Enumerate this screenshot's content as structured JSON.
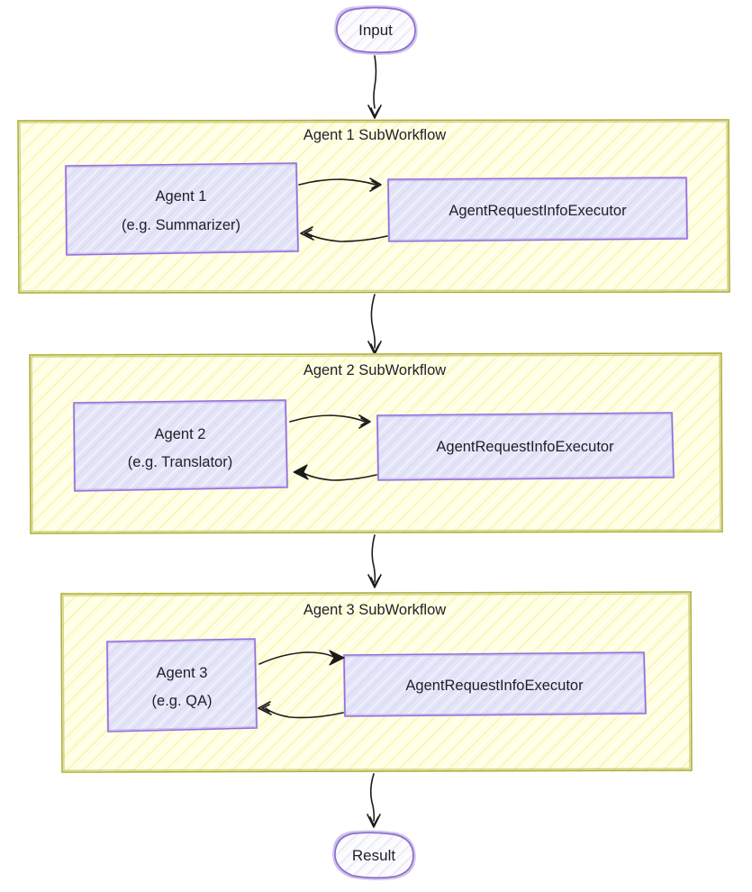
{
  "diagram": {
    "type": "flowchart",
    "direction": "top-to-bottom",
    "style": "hand-drawn-sketch",
    "colors": {
      "subgraph_fill": "#ffffde",
      "subgraph_border": "#aaaa33",
      "node_fill": "#e8e8fa",
      "node_border": "#9370db",
      "terminal_fill": "#f7f5fd",
      "terminal_border": "#9370db",
      "edge_stroke": "#1b1b1b",
      "text": "#1f1f28",
      "background": "#ffffff"
    },
    "start_node": {
      "label": "Input",
      "shape": "stadium"
    },
    "end_node": {
      "label": "Result",
      "shape": "stadium"
    },
    "subgraphs": [
      {
        "title": "Agent 1 SubWorkflow",
        "agent": {
          "line1": "Agent 1",
          "line2": "(e.g. Summarizer)"
        },
        "executor": {
          "label": "AgentRequestInfoExecutor"
        }
      },
      {
        "title": "Agent 2 SubWorkflow",
        "agent": {
          "line1": "Agent 2",
          "line2": "(e.g. Translator)"
        },
        "executor": {
          "label": "AgentRequestInfoExecutor"
        }
      },
      {
        "title": "Agent 3 SubWorkflow",
        "agent": {
          "line1": "Agent 3",
          "line2": "(e.g. QA)"
        },
        "executor": {
          "label": "AgentRequestInfoExecutor"
        }
      }
    ],
    "edges": [
      {
        "from": "Input",
        "to": "Agent 1 SubWorkflow",
        "kind": "sequence"
      },
      {
        "from": "Agent 1 SubWorkflow",
        "to": "Agent 2 SubWorkflow",
        "kind": "sequence"
      },
      {
        "from": "Agent 2 SubWorkflow",
        "to": "Agent 3 SubWorkflow",
        "kind": "sequence"
      },
      {
        "from": "Agent 3 SubWorkflow",
        "to": "Result",
        "kind": "sequence"
      },
      {
        "from": "Agent 1",
        "to": "AgentRequestInfoExecutor",
        "kind": "bidirectional"
      },
      {
        "from": "Agent 2",
        "to": "AgentRequestInfoExecutor",
        "kind": "bidirectional"
      },
      {
        "from": "Agent 3",
        "to": "AgentRequestInfoExecutor",
        "kind": "bidirectional"
      }
    ]
  }
}
